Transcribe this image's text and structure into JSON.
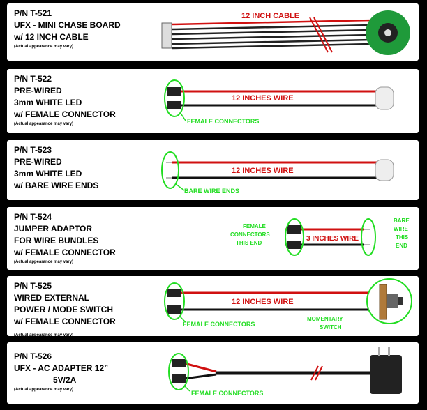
{
  "note": "(Actual appearance may vary)",
  "panels": [
    {
      "pn": "P/N T-521",
      "lines": [
        "UFX - MINI CHASE BOARD",
        "w/ 12 INCH CABLE"
      ],
      "labels": {
        "wire": "12 INCH CABLE"
      }
    },
    {
      "pn": "P/N T-522",
      "lines": [
        "PRE-WIRED",
        "3mm WHITE LED",
        "w/ FEMALE CONNECTOR"
      ],
      "labels": {
        "wire": "12 INCHES WIRE",
        "callout": "FEMALE CONNECTORS"
      }
    },
    {
      "pn": "P/N T-523",
      "lines": [
        "PRE-WIRED",
        "3mm WHITE LED",
        "w/ BARE WIRE ENDS"
      ],
      "labels": {
        "wire": "12 INCHES WIRE",
        "callout": "BARE WIRE ENDS"
      }
    },
    {
      "pn": "P/N T-524",
      "lines": [
        "JUMPER ADAPTOR",
        "FOR WIRE BUNDLES",
        "w/ FEMALE CONNECTOR"
      ],
      "labels": {
        "wire": "3 INCHES WIRE",
        "left": [
          "FEMALE",
          "CONNECTORS",
          "THIS END"
        ],
        "right": [
          "BARE",
          "WIRE",
          "THIS",
          "END"
        ]
      }
    },
    {
      "pn": "P/N T-525",
      "lines": [
        "WIRED EXTERNAL",
        "POWER / MODE SWITCH",
        "w/ FEMALE CONNECTOR"
      ],
      "labels": {
        "wire": "12 INCHES WIRE",
        "callout": "FEMALE CONNECTORS",
        "switch": [
          "MOMENTARY",
          "SWITCH"
        ]
      }
    },
    {
      "pn": "P/N T-526",
      "lines": [
        "UFX -  AC ADAPTER 12”",
        "5V/2A"
      ],
      "labels": {
        "callout": "FEMALE CONNECTORS"
      }
    }
  ],
  "colors": {
    "red_wire": "#d01010",
    "black_wire": "#111111",
    "green_callout": "#22dd22",
    "board": "#1f9a3a"
  }
}
